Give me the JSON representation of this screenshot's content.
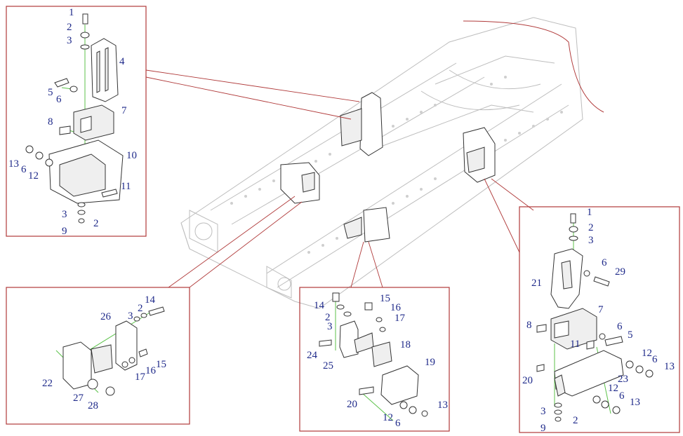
{
  "diagram": {
    "colors": {
      "frame": "#b03a3a",
      "label": "#1f2a8a",
      "guide": "#5cc24a",
      "chassis": "#bdbdbd"
    },
    "panels": {
      "top_left": {
        "labels": [
          "1",
          "2",
          "3",
          "4",
          "5",
          "6",
          "7",
          "8",
          "13",
          "6",
          "12",
          "10",
          "11",
          "3",
          "2",
          "9"
        ]
      },
      "bottom_left": {
        "labels": [
          "14",
          "2",
          "3",
          "26",
          "15",
          "16",
          "17",
          "22",
          "27",
          "28"
        ]
      },
      "bottom_middle": {
        "labels": [
          "15",
          "16",
          "14",
          "2",
          "3",
          "17",
          "18",
          "24",
          "25",
          "19",
          "20",
          "12",
          "6",
          "13"
        ]
      },
      "right": {
        "labels": [
          "1",
          "2",
          "3",
          "6",
          "29",
          "21",
          "7",
          "8",
          "5",
          "6",
          "11",
          "12",
          "6",
          "13",
          "20",
          "23",
          "12",
          "6",
          "13",
          "3",
          "2",
          "9"
        ]
      }
    }
  }
}
